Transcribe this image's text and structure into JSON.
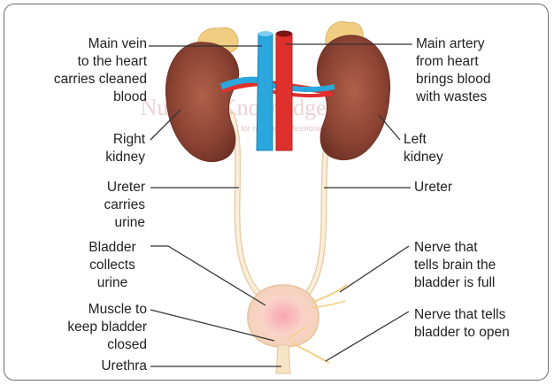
{
  "labels": {
    "main_vein": "Main vein\nto the heart\ncarries cleaned\nblood",
    "right_kidney": "Right\nkidney",
    "ureter_left": "Ureter\ncarries\nurine",
    "bladder": "Bladder\ncollects\nurine",
    "muscle": "Muscle to\nkeep bladder\nclosed",
    "urethra": "Urethra",
    "main_artery": "Main artery\nfrom heart\nbrings blood\nwith wastes",
    "left_kidney": "Left\nkidney",
    "ureter_right": "Ureter",
    "nerve_full": "Nerve that\ntells brain the\nbladder is full",
    "nerve_open": "Nerve that tells\nbladder to open"
  },
  "watermark": {
    "title": "Nursing Knowledge Tree",
    "subtitle": "a platform for nursing professionals"
  },
  "colors": {
    "vein": "#2aa7dc",
    "artery": "#e0302d",
    "kidney": "#8f4538",
    "adrenal": "#f3cf86",
    "ureter": "#f7e4c6",
    "bladder": "#f7cfc4"
  }
}
